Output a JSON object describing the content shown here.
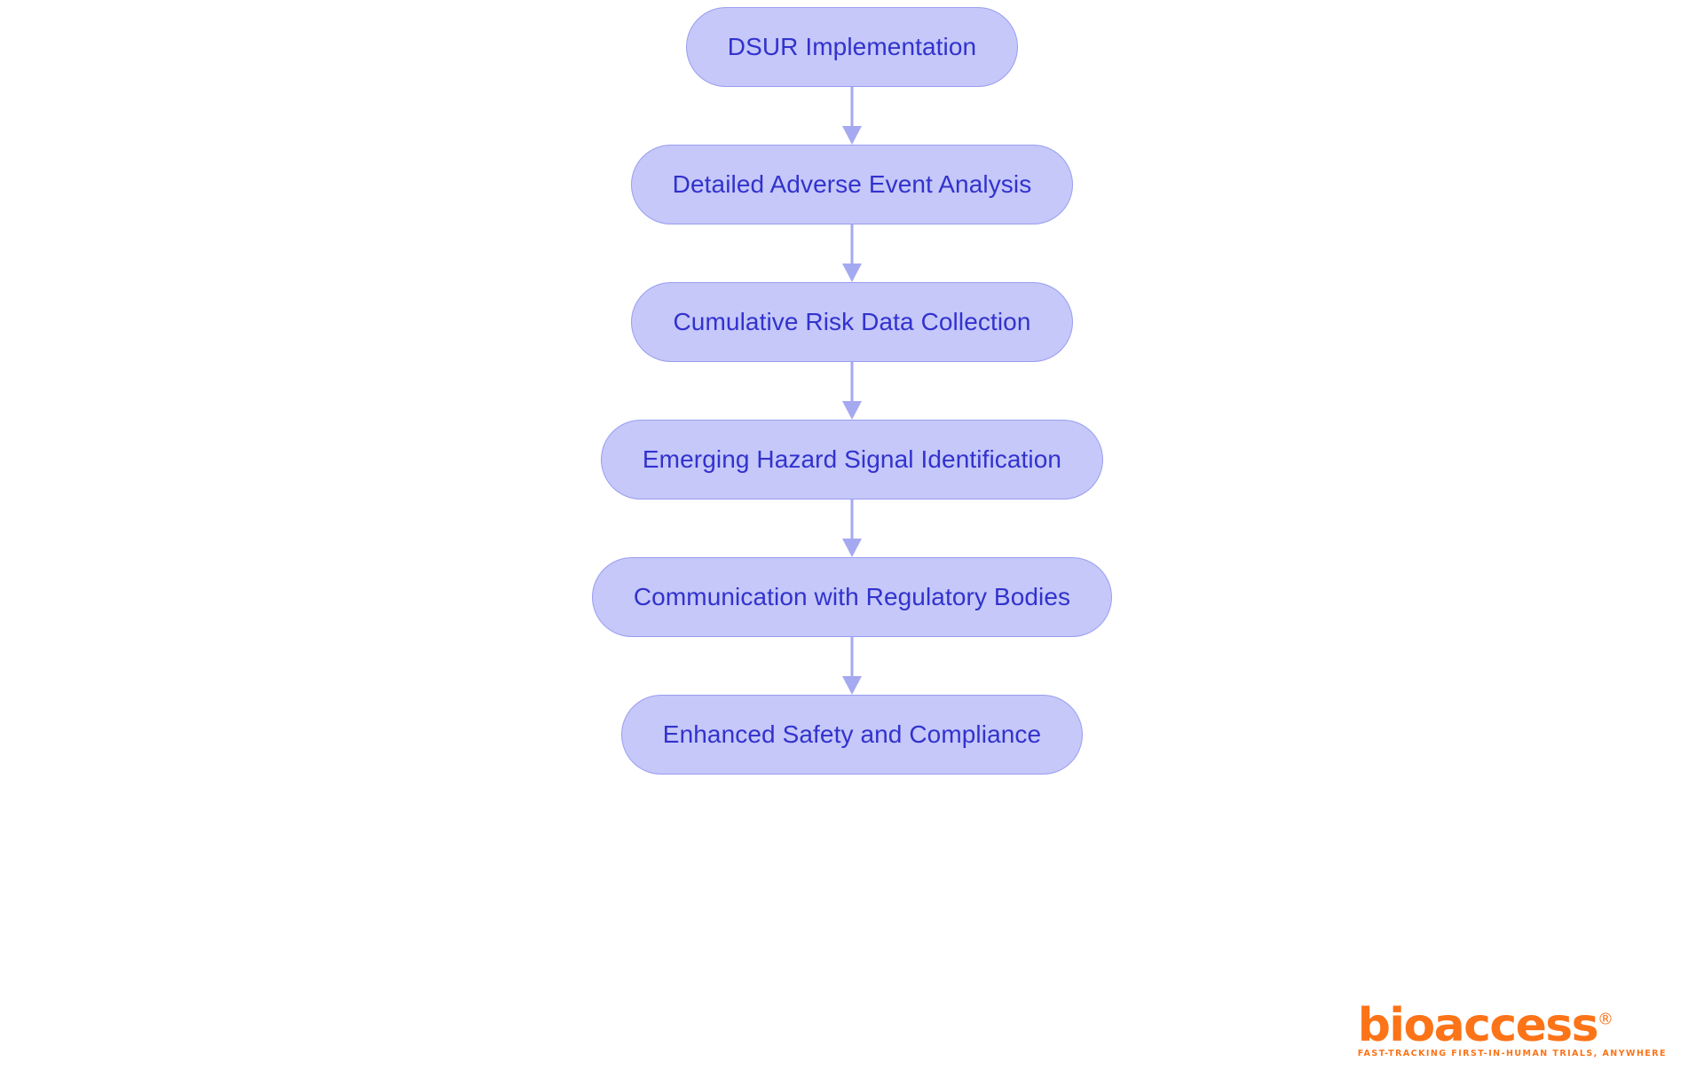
{
  "diagram": {
    "type": "flowchart",
    "orientation": "top-to-bottom",
    "background_color": "#ffffff",
    "node_fill_color": "#c5c8f9",
    "node_border_color": "#9a9ef0",
    "node_text_color": "#3232cd",
    "connector_color": "#a5a9f0",
    "nodes": [
      {
        "id": "n1",
        "label": "DSUR Implementation"
      },
      {
        "id": "n2",
        "label": "Detailed Adverse Event Analysis"
      },
      {
        "id": "n3",
        "label": "Cumulative Risk Data Collection"
      },
      {
        "id": "n4",
        "label": "Emerging Hazard Signal Identification"
      },
      {
        "id": "n5",
        "label": "Communication with Regulatory Bodies"
      },
      {
        "id": "n6",
        "label": "Enhanced Safety and Compliance"
      }
    ],
    "edges": [
      {
        "from": "n1",
        "to": "n2",
        "arrow": "down-arrow"
      },
      {
        "from": "n2",
        "to": "n3",
        "arrow": "down-arrow"
      },
      {
        "from": "n3",
        "to": "n4",
        "arrow": "down-arrow"
      },
      {
        "from": "n4",
        "to": "n5",
        "arrow": "down-arrow"
      },
      {
        "from": "n5",
        "to": "n6",
        "arrow": "down-arrow"
      }
    ]
  },
  "brand": {
    "wordmark": "bioaccess",
    "registered_mark": "®",
    "tagline": "FAST-TRACKING FIRST-IN-HUMAN TRIALS, ANYWHERE",
    "color": "#fc7318"
  }
}
